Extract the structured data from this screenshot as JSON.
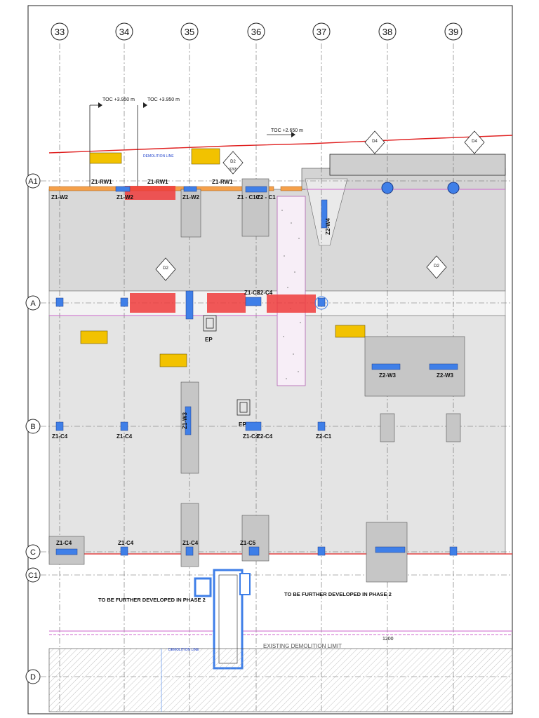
{
  "grid": {
    "columns": [
      "33",
      "34",
      "35",
      "36",
      "37",
      "38",
      "39"
    ],
    "rows": [
      "A1",
      "A",
      "B",
      "C",
      "C1",
      "D"
    ]
  },
  "levels": {
    "toc_1": "TOC +3.950 m",
    "toc_2": "TOC +3.950 m",
    "toc_3": "TOC +2.650 m"
  },
  "notes": {
    "demolition_line_top": "DEMOLITION LINE",
    "demolition_line_bottom": "DEMOLITION LINE",
    "phase2_left": "TO BE FURTHER DEVELOPED IN PHASE 2",
    "phase2_right": "TO BE FURTHER DEVELOPED IN PHASE 2",
    "existing_demolition": "EXISTING DEMOLITION LIMIT",
    "dim_1200": "1200"
  },
  "labels": {
    "z1_w2_a": "Z1-W2",
    "z1_w2_b": "Z1-W2",
    "z1_w2_c": "Z1-W2",
    "z1_rw1_a": "Z1-RW1",
    "z1_rw1_b": "Z1-RW1",
    "z1_rw1_c": "Z1-RW1",
    "z1_c10": "Z1 - C10",
    "z2_c1": "Z2 - C1",
    "z1_c5_a": "Z1-C5",
    "z2_c4_a": "Z2-C4",
    "z1_c4_b1": "Z1-C4",
    "z1_c4_b2": "Z1-C4",
    "z1_c4_b3": "Z1-C4",
    "z2_c4_b": "Z2-C4",
    "z2_c1_b": "Z2-C1",
    "z1_c4_c1": "Z1-C4",
    "z1_c4_c2": "Z1-C4",
    "z1_c4_c3": "Z1-C4",
    "z1_c5_c": "Z1-C5",
    "z2_w3_a": "Z2-W3",
    "z2_w3_b": "Z2-W3",
    "z2_w4": "Z2-W4",
    "z1_w3": "Z1-W3",
    "ep_1": "EP",
    "ep_2": "EP"
  },
  "callouts": {
    "d02_a": "D2",
    "d02_b": "D2",
    "d02_c": "D2",
    "d04_a": "D4",
    "d04_b": "D4",
    "sheet": "0265"
  },
  "colors": {
    "paper": "#ffffff",
    "line": "#1a1a1a",
    "grid": "#666666",
    "demolition": "#e02020",
    "slab_grey": "#d9d9d9",
    "wall_grey": "#bdbdbd",
    "highlight": "#f2c200",
    "red_zone": "#ee3b3b",
    "column_blue": "#3f7fe8",
    "wall_orange": "#f5a04a",
    "purple_line": "#cc66cc"
  }
}
